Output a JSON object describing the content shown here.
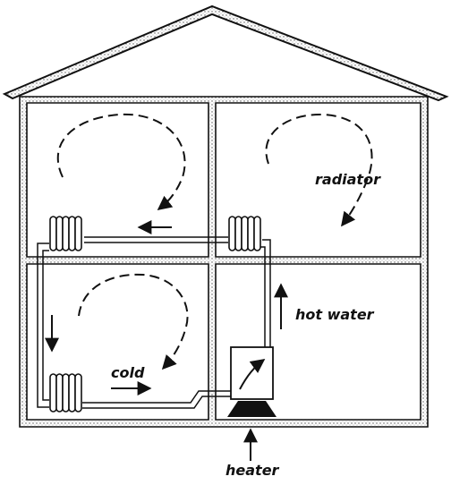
{
  "labels": {
    "radiator": "radiator",
    "hot_water": "hot water",
    "cold": "cold",
    "heater": "heater"
  },
  "colors": {
    "ink": "#111111",
    "background": "#ffffff",
    "wall_fill": "#e4e4e4"
  },
  "icons": [
    "radiator-icon",
    "heater-icon",
    "flow-arrow-icon",
    "circulation-arrow-icon"
  ]
}
